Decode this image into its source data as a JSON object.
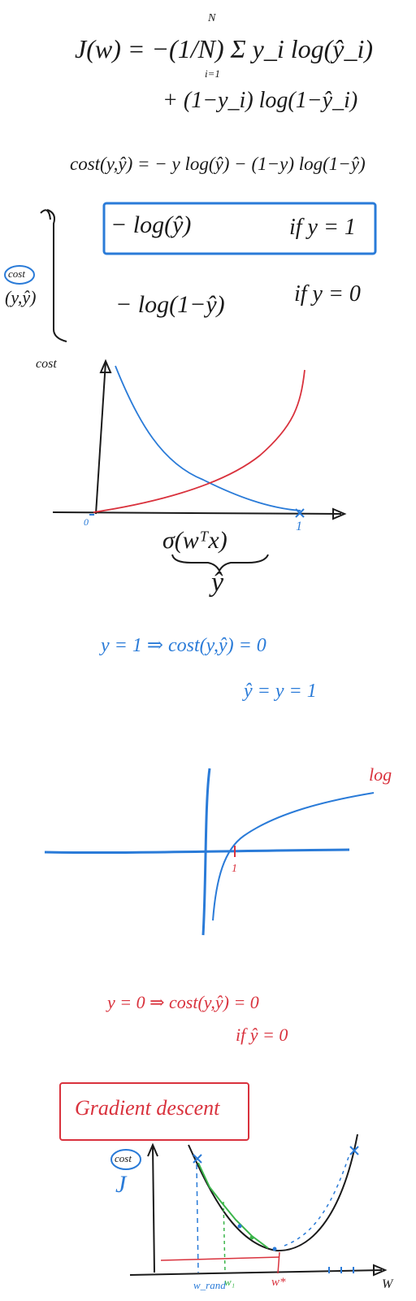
{
  "loss_formula": {
    "line1": "J(w) = −(1/N) Σ y_i log(ŷ_i)",
    "sum_upper": "N",
    "sum_lower": "i=1",
    "line2": "+ (1−y_i) log(1−ŷ_i)"
  },
  "cost_formula": "cost(y,ŷ) = − y log(ŷ) − (1−y) log(1−ŷ)",
  "cases": {
    "side_label": "cost",
    "side_args": "(y,ŷ)",
    "case1_expr": "− log(ŷ)",
    "case1_cond": "if y = 1",
    "case2_expr": "− log(1−ŷ)",
    "case2_cond": "if y = 0"
  },
  "cost_plot": {
    "y_label": "cost",
    "origin_label": "0",
    "one_label": "1",
    "x_label": "σ(wᵀx)",
    "brace_label": "ŷ"
  },
  "note_y1": {
    "line1": "y = 1 ⇒ cost(y,ŷ) = 0",
    "line2": "ŷ = y = 1"
  },
  "log_plot": {
    "curve_label": "log",
    "one_label": "1"
  },
  "note_y0": {
    "line1": "y = 0 ⇒ cost(y,ŷ) = 0",
    "line2": "if ŷ = 0"
  },
  "gradient": {
    "title": "Gradient descent",
    "y_label": "cost",
    "j_label": "J",
    "x_label": "W",
    "w_rand": "w_rand",
    "w1": "w₁",
    "w_star": "w*"
  },
  "colors": {
    "ink": "#1a1a1a",
    "blue": "#2a7bd8",
    "red": "#d9323d",
    "green": "#3bb54a"
  }
}
